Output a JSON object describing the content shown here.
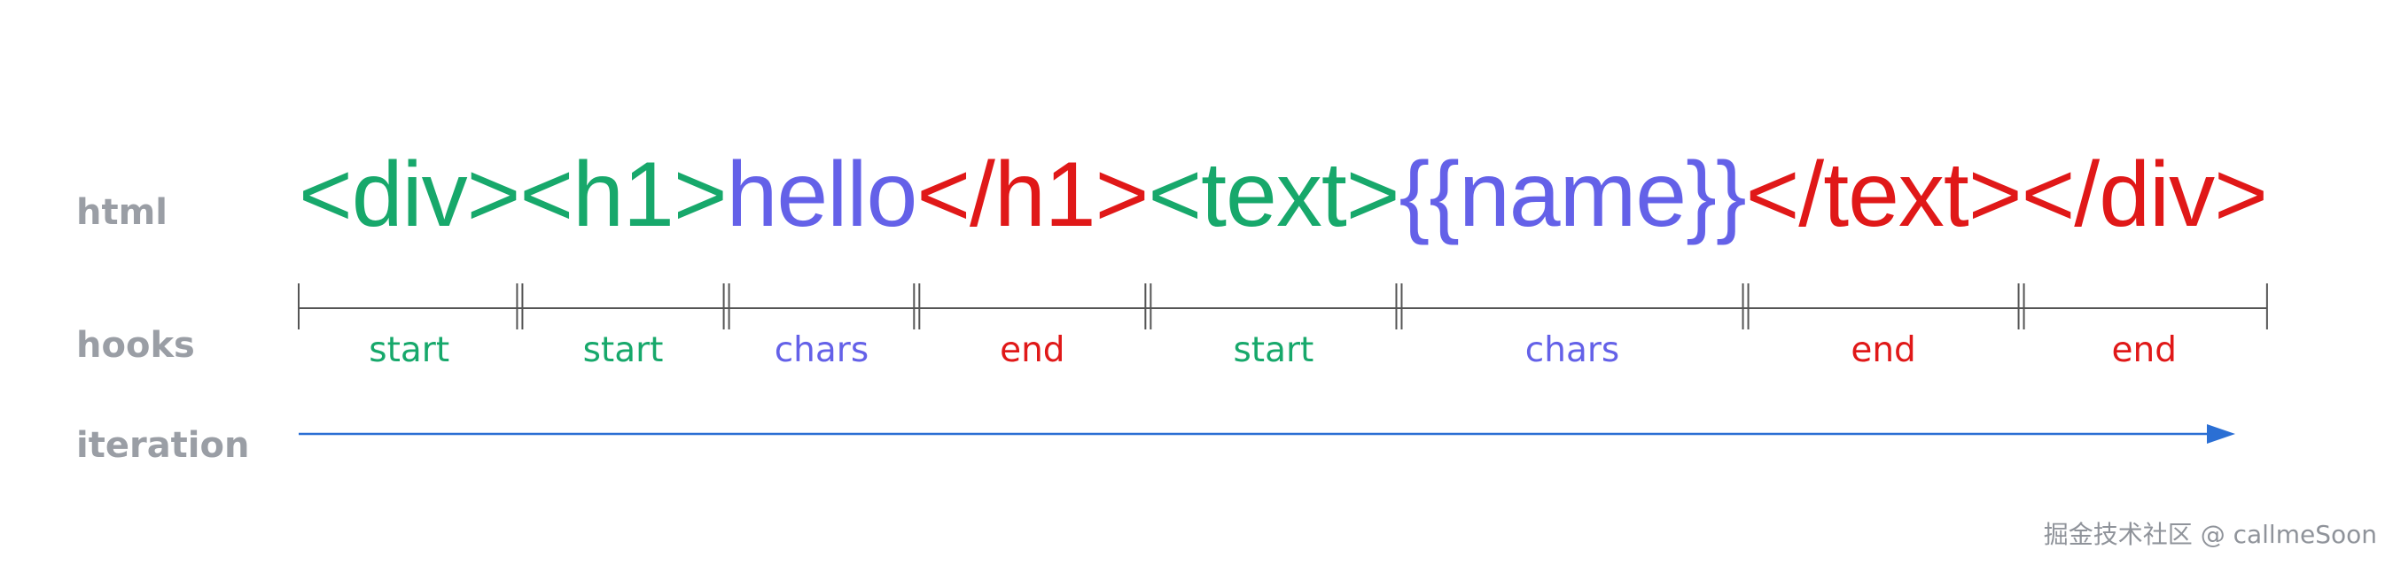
{
  "rows": {
    "html": "html",
    "hooks": "hooks",
    "iteration": "iteration"
  },
  "colors": {
    "start": "#17a86b",
    "chars": "#6461e8",
    "end": "#e01818",
    "tick": "#555555",
    "arrow": "#2b6fd4",
    "label": "#9a9ea5"
  },
  "tokens": [
    {
      "text": "<div>",
      "type": "start"
    },
    {
      "text": "<h1>",
      "type": "start"
    },
    {
      "text": "hello",
      "type": "chars"
    },
    {
      "text": "</h1>",
      "type": "end"
    },
    {
      "text": "<text>",
      "type": "start"
    },
    {
      "text": "{{name}}",
      "type": "chars"
    },
    {
      "text": "</text>",
      "type": "end"
    },
    {
      "text": "</div>",
      "type": "end"
    }
  ],
  "hooks": [
    {
      "text": "start",
      "type": "start"
    },
    {
      "text": "start",
      "type": "start"
    },
    {
      "text": "chars",
      "type": "chars"
    },
    {
      "text": "end",
      "type": "end"
    },
    {
      "text": "start",
      "type": "start"
    },
    {
      "text": "chars",
      "type": "chars"
    },
    {
      "text": "end",
      "type": "end"
    },
    {
      "text": "end",
      "type": "end"
    }
  ],
  "watermark": "掘金技术社区 @ callmeSoon"
}
